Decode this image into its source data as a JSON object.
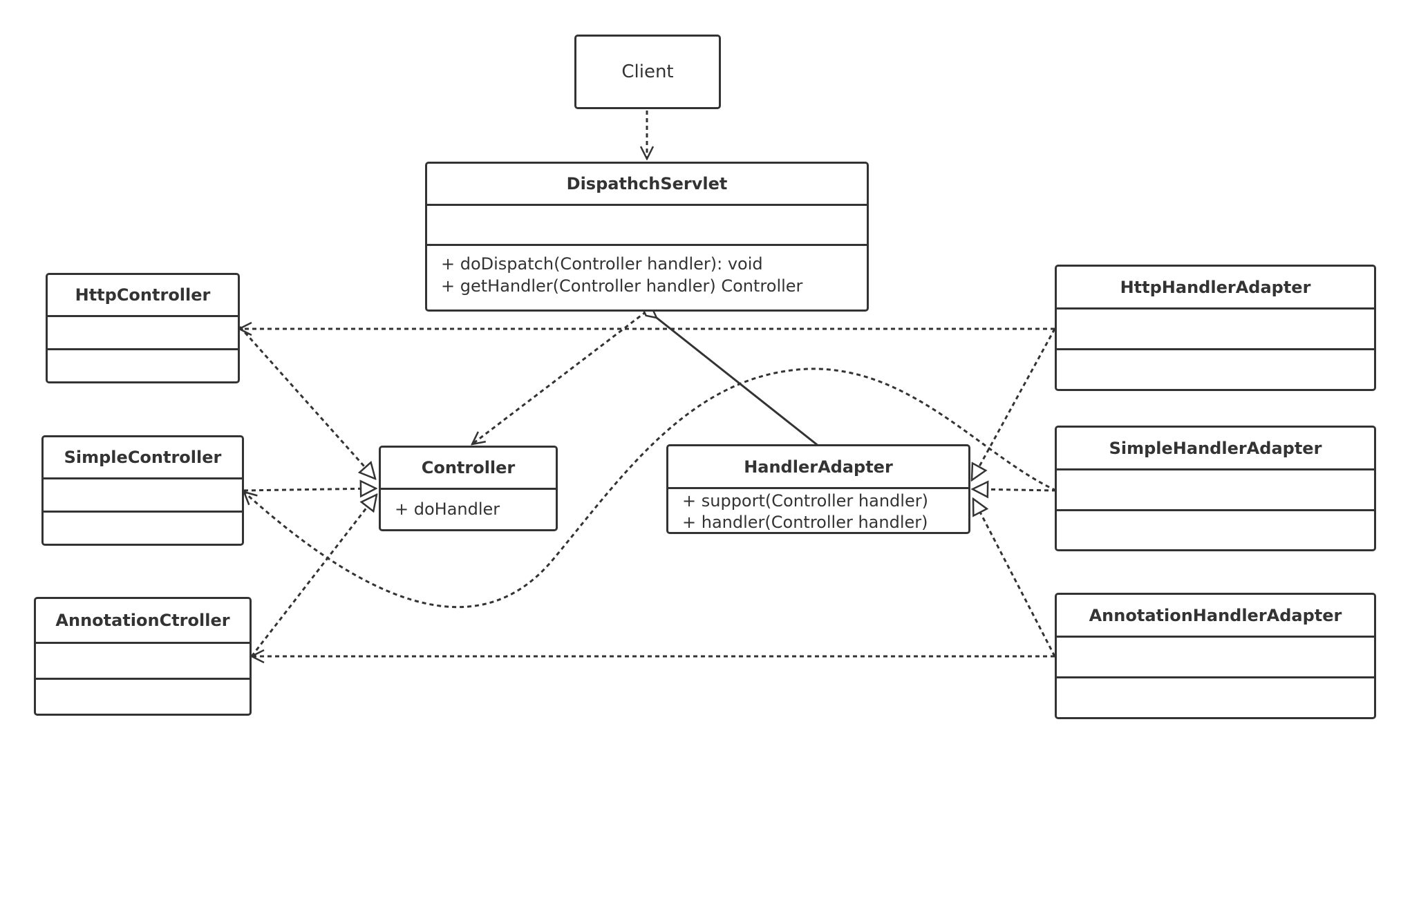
{
  "classes": {
    "client": {
      "name": "Client"
    },
    "dispatch": {
      "name": "DispathchServlet",
      "ops": [
        "+ doDispatch(Controller handler): void",
        "+ getHandler(Controller handler) Controller"
      ]
    },
    "http_controller": {
      "name": "HttpController"
    },
    "simple_controller": {
      "name": "SimpleController"
    },
    "annotation_controller": {
      "name": "AnnotationCtroller"
    },
    "controller": {
      "name": "Controller",
      "ops": [
        "+ doHandler"
      ]
    },
    "handler_adapter": {
      "name": "HandlerAdapter",
      "ops": [
        "+ support(Controller handler)",
        "+ handler(Controller handler)"
      ]
    },
    "http_handler_adapter": {
      "name": "HttpHandlerAdapter"
    },
    "simple_handler_adapter": {
      "name": "SimpleHandlerAdapter"
    },
    "annotation_handler_adapter": {
      "name": "AnnotationHandlerAdapter"
    }
  },
  "relations": [
    {
      "from": "Client",
      "to": "DispathchServlet",
      "kind": "dependency"
    },
    {
      "from": "DispathchServlet",
      "to": "Controller",
      "kind": "dependency"
    },
    {
      "from": "DispathchServlet",
      "to": "HandlerAdapter",
      "kind": "aggregation"
    },
    {
      "from": "HttpController",
      "to": "Controller",
      "kind": "realization"
    },
    {
      "from": "SimpleController",
      "to": "Controller",
      "kind": "realization"
    },
    {
      "from": "AnnotationCtroller",
      "to": "Controller",
      "kind": "realization"
    },
    {
      "from": "HttpHandlerAdapter",
      "to": "HandlerAdapter",
      "kind": "realization"
    },
    {
      "from": "SimpleHandlerAdapter",
      "to": "HandlerAdapter",
      "kind": "realization"
    },
    {
      "from": "AnnotationHandlerAdapter",
      "to": "HandlerAdapter",
      "kind": "realization"
    },
    {
      "from": "HttpHandlerAdapter",
      "to": "HttpController",
      "kind": "dependency"
    },
    {
      "from": "SimpleHandlerAdapter",
      "to": "SimpleController",
      "kind": "dependency"
    },
    {
      "from": "AnnotationHandlerAdapter",
      "to": "AnnotationCtroller",
      "kind": "dependency"
    }
  ],
  "colors": {
    "stroke": "#333333",
    "background": "#ffffff",
    "text": "#333333"
  }
}
